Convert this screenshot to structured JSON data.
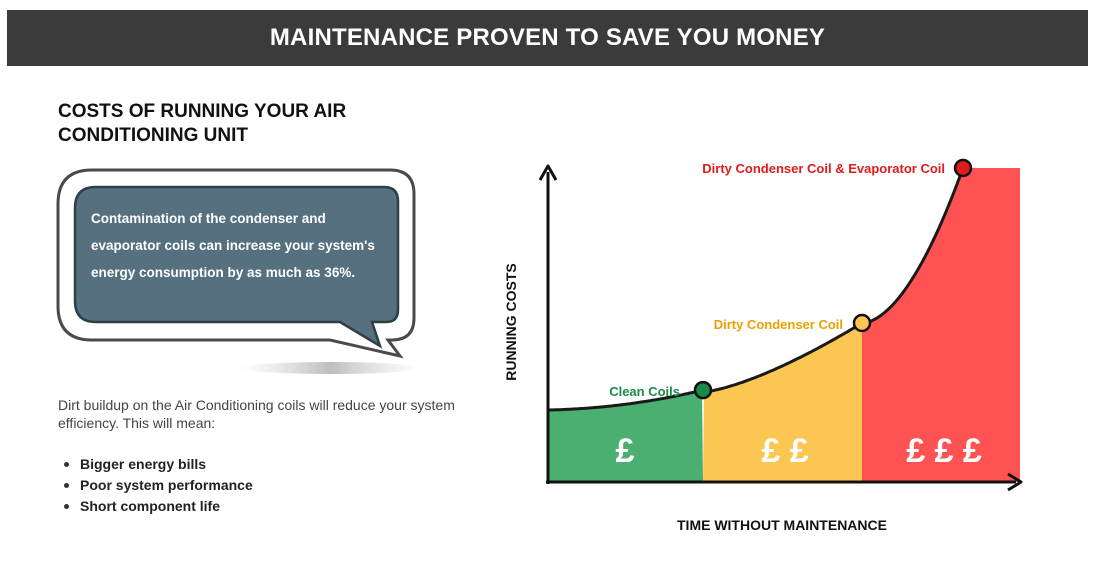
{
  "header": {
    "title": "MAINTENANCE PROVEN TO SAVE YOU MONEY"
  },
  "section": {
    "title": "COSTS OF RUNNING YOUR AIR CONDITIONING UNIT"
  },
  "callout": {
    "text": "Contamination of the condenser and evaporator coils can increase your system's energy consumption by as much as 36%."
  },
  "intro": {
    "text": "Dirt buildup on the Air Conditioning coils will reduce your system efficiency. This will mean:"
  },
  "bullets": [
    "Bigger energy bills",
    "Poor system performance",
    "Short component life"
  ],
  "diagram": {
    "y_axis_label": "RUNNING COSTS",
    "x_axis_label": "TIME WITHOUT MAINTENANCE",
    "zones": [
      {
        "symbol": "£",
        "color": "#4caf72"
      },
      {
        "symbol": "£ £",
        "color": "#fcc652"
      },
      {
        "symbol": "£ £ £",
        "color": "#ff5252"
      }
    ],
    "points": [
      {
        "label": "Clean Coils",
        "color": "#1a8a4a"
      },
      {
        "label": "Dirty Condenser Coil",
        "color": "#f0a500"
      },
      {
        "label": "Dirty Condenser Coil & Evaporator Coil",
        "color": "#e01b1b"
      }
    ]
  }
}
